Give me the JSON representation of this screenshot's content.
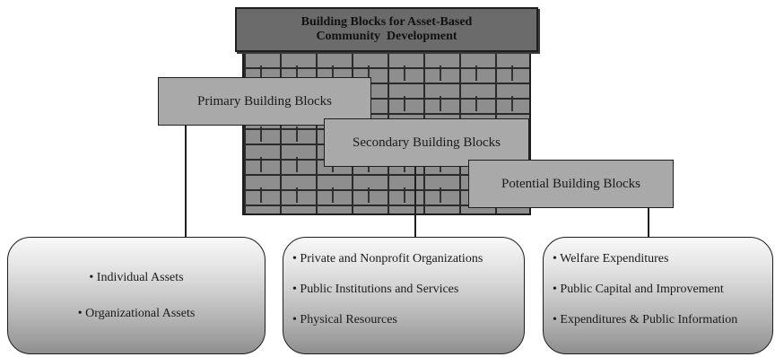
{
  "title": {
    "line1": "Building Blocks for Asset-Based",
    "line2": "Community  Development"
  },
  "blocks": {
    "primary": "Primary Building Blocks",
    "secondary": "Secondary Building Blocks",
    "potential": "Potential Building Blocks"
  },
  "panels": {
    "primary_items": [
      "• Individual Assets",
      "• Organizational Assets"
    ],
    "secondary_items": [
      "• Private and Nonprofit Organizations",
      "• Public Institutions and Services",
      "• Physical Resources"
    ],
    "potential_items": [
      "• Welfare Expenditures",
      "• Public Capital and Improvement",
      "• Expenditures & Public Information"
    ]
  },
  "colors": {
    "wall": "#8e8e8e",
    "mortar": "#2a2a2a",
    "title_fill": "#6b6b6b",
    "block_fill": "#a9a9a9"
  }
}
